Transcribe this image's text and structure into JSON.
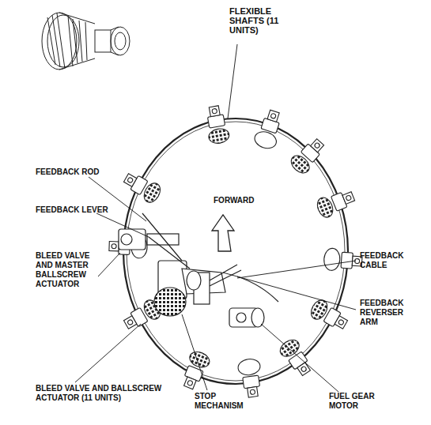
{
  "diagram": {
    "labels": [
      "FLEXIBLE SHAFTS (11 UNITS)",
      "FEEDBACK ROD",
      "FEEDBACK LEVER",
      "FORWARD",
      "BLEED VALVE AND MASTER BALLSCREW ACTUATOR",
      "FEEDBACK CABLE",
      "FEEDBACK REVERSER ARM",
      "BLEED VALVE AND BALLSCREW ACTUATOR (11 UNITS)",
      "STOP MECHANISM",
      "FUEL GEAR MOTOR"
    ]
  }
}
